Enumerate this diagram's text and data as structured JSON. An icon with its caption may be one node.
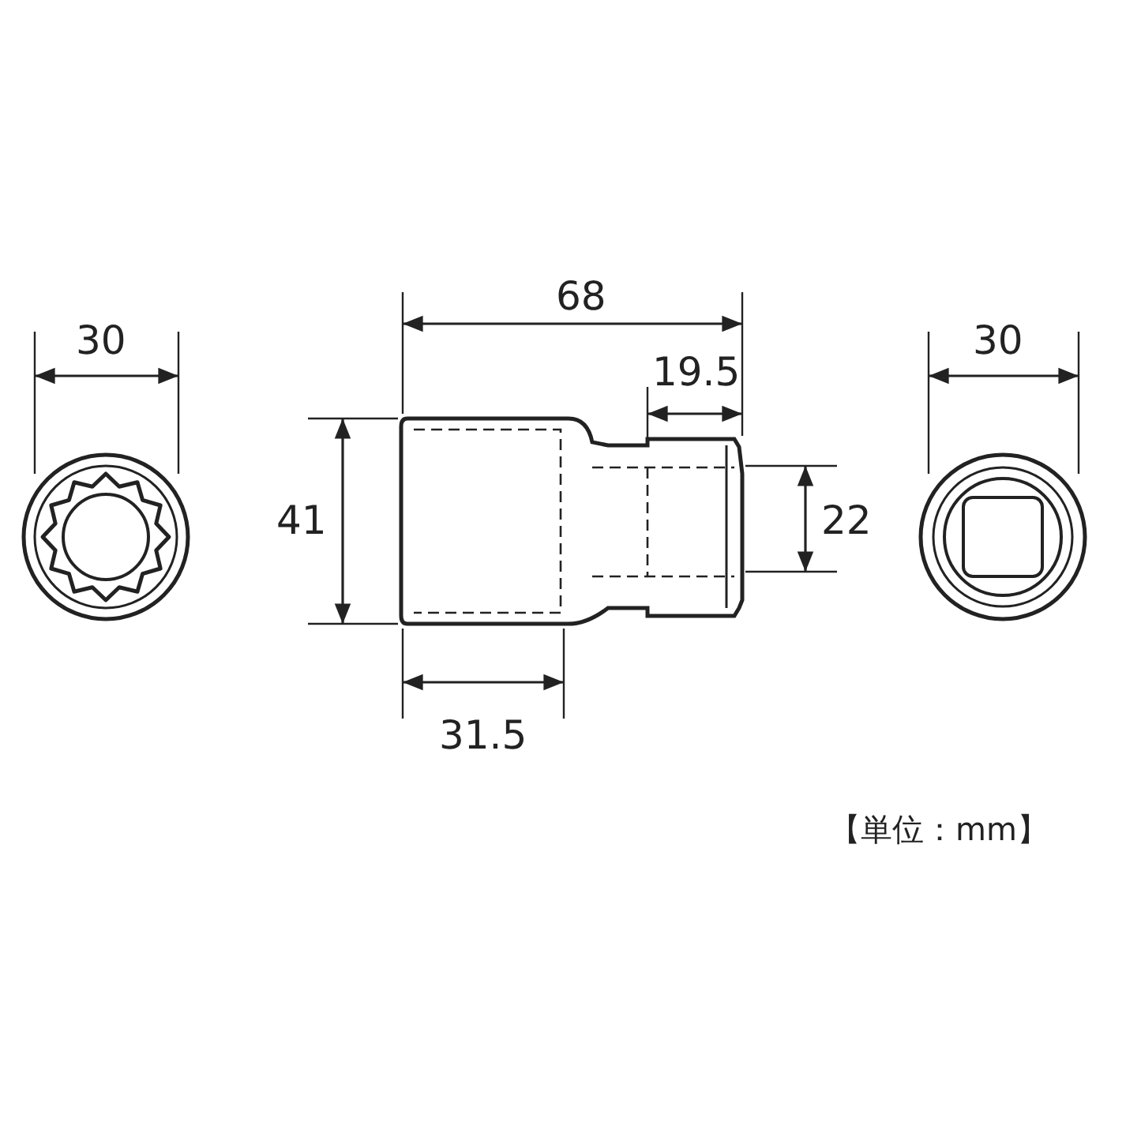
{
  "diagram": {
    "labels": [
      "30",
      "68",
      "19.5",
      "41",
      "22",
      "31.5",
      "30",
      "【単位：mm】"
    ]
  }
}
